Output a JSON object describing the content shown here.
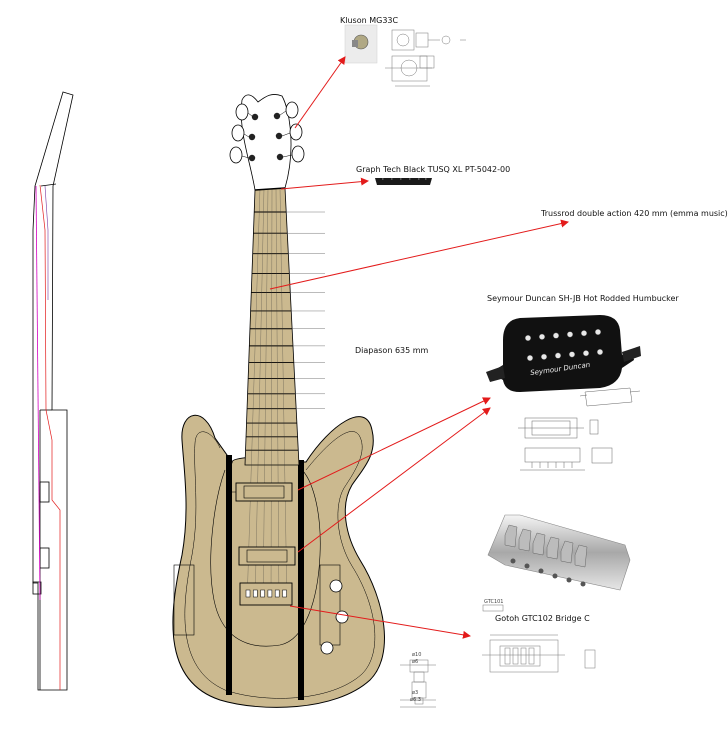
{
  "colors": {
    "wood": "#cbb98f",
    "wood_light": "#d9c9a0",
    "line": "#000000",
    "arrow": "#e31b1b",
    "pickup": "#111111",
    "chrome": "#d9d9d9"
  },
  "labels": {
    "tuner": "Kluson MG33C",
    "nut": "Graph Tech Black TUSQ XL PT-5042-00",
    "trussrod": "Trussrod double action 420 mm (emma music)",
    "pickup": "Seymour Duncan SH-JB Hot Rodded Humbucker",
    "scale": "Diapason 635 mm",
    "bridge": "Gotoh GTC102 Bridge C",
    "bridge_code": "GTC101",
    "pickup_brand": "Seymour Duncan",
    "dim_phi10": "ø10",
    "dim_phi6": "ø6",
    "dim_phi3": "ø3",
    "dim_phi63": "ø6.3"
  },
  "icons": [
    "tuner-photo",
    "nut-photo",
    "humbucker-photo",
    "bridge-photo"
  ]
}
